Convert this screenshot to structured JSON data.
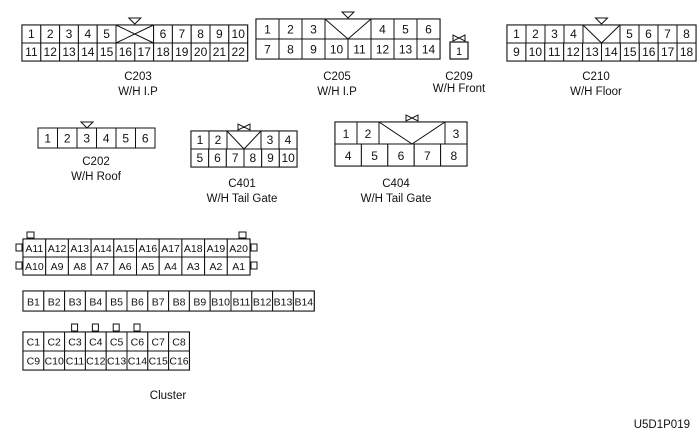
{
  "connectors": {
    "c203": {
      "id": "C203",
      "sub": "W/H I.P",
      "top": [
        "1",
        "2",
        "3",
        "4",
        "5",
        "",
        "6",
        "7",
        "8",
        "9",
        "10"
      ],
      "bottom": [
        "11",
        "12",
        "13",
        "14",
        "15",
        "16",
        "17",
        "18",
        "19",
        "20",
        "21",
        "22"
      ]
    },
    "c205": {
      "id": "C205",
      "sub": "W/H I.P",
      "top": [
        "1",
        "2",
        "3",
        "",
        "4",
        "5",
        "6"
      ],
      "bottom": [
        "7",
        "8",
        "9",
        "10",
        "11",
        "12",
        "13",
        "14"
      ]
    },
    "c209": {
      "id": "C209",
      "sub": "W/H Front",
      "pins": [
        "1"
      ]
    },
    "c210": {
      "id": "C210",
      "sub": "W/H Floor",
      "top": [
        "1",
        "2",
        "3",
        "4",
        "",
        "5",
        "6",
        "7",
        "8"
      ],
      "bottom": [
        "9",
        "10",
        "11",
        "12",
        "13",
        "14",
        "15",
        "16",
        "17",
        "18"
      ]
    },
    "c202": {
      "id": "C202",
      "sub": "W/H Roof",
      "pins": [
        "1",
        "2",
        "3",
        "4",
        "5",
        "6"
      ]
    },
    "c401": {
      "id": "C401",
      "sub": "W/H Tail Gate",
      "top": [
        "1",
        "2",
        "",
        "3",
        "4"
      ],
      "bottom": [
        "5",
        "6",
        "7",
        "8",
        "9",
        "10"
      ]
    },
    "c404": {
      "id": "C404",
      "sub": "W/H Tail Gate",
      "top": [
        "1",
        "2",
        "",
        "3"
      ],
      "bottom": [
        "4",
        "5",
        "6",
        "7",
        "8"
      ]
    }
  },
  "cluster": {
    "label": "Cluster",
    "a_top": [
      "A11",
      "A12",
      "A13",
      "A14",
      "A15",
      "A16",
      "A17",
      "A18",
      "A19",
      "A20"
    ],
    "a_bottom": [
      "A10",
      "A9",
      "A8",
      "A7",
      "A6",
      "A5",
      "A4",
      "A3",
      "A2",
      "A1"
    ],
    "b_row": [
      "B1",
      "B2",
      "B3",
      "B4",
      "B5",
      "B6",
      "B7",
      "B8",
      "B9",
      "B10",
      "B11",
      "B12",
      "B13",
      "B14"
    ],
    "c_top": [
      "C1",
      "C2",
      "C3",
      "C4",
      "C5",
      "C6",
      "C7",
      "C8"
    ],
    "c_bottom": [
      "C9",
      "C10",
      "C11",
      "C12",
      "C13",
      "C14",
      "C15",
      "C16"
    ]
  },
  "figure_code": "U5D1P019"
}
